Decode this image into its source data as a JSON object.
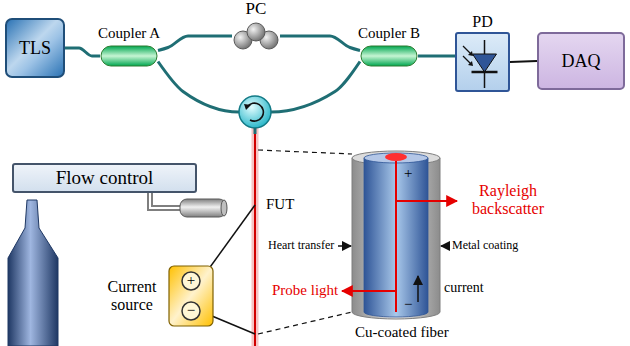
{
  "diagram": {
    "nodes": [
      {
        "text": [
          "TLS"
        ]
      },
      {
        "text": [
          "Coupler A"
        ]
      },
      {
        "text": [
          "PC"
        ]
      },
      {
        "text": [
          "Coupler B"
        ]
      },
      {
        "text": [
          "PD"
        ]
      },
      {
        "text": [
          "DAQ"
        ]
      },
      {
        "text": [
          "Flow control"
        ]
      },
      {
        "text": [
          "Current source"
        ]
      }
    ],
    "edges": [
      {
        "from": 0,
        "to": 1,
        "arrow": "none"
      },
      {
        "from": 1,
        "to": 2,
        "arrow": "none"
      },
      {
        "from": 2,
        "to": 3,
        "arrow": "none"
      },
      {
        "from": 1,
        "to": 3,
        "arrow": "none"
      },
      {
        "from": 3,
        "to": 4,
        "arrow": "none"
      },
      {
        "from": 4,
        "to": 5,
        "arrow": "none"
      }
    ],
    "labels": [
      "FUT",
      "Rayleigh backscatter",
      "Heart transfer",
      "Metal coating",
      "+",
      "current",
      "−",
      "Probe light",
      "Cu-coated fiber",
      "+",
      "−"
    ]
  }
}
